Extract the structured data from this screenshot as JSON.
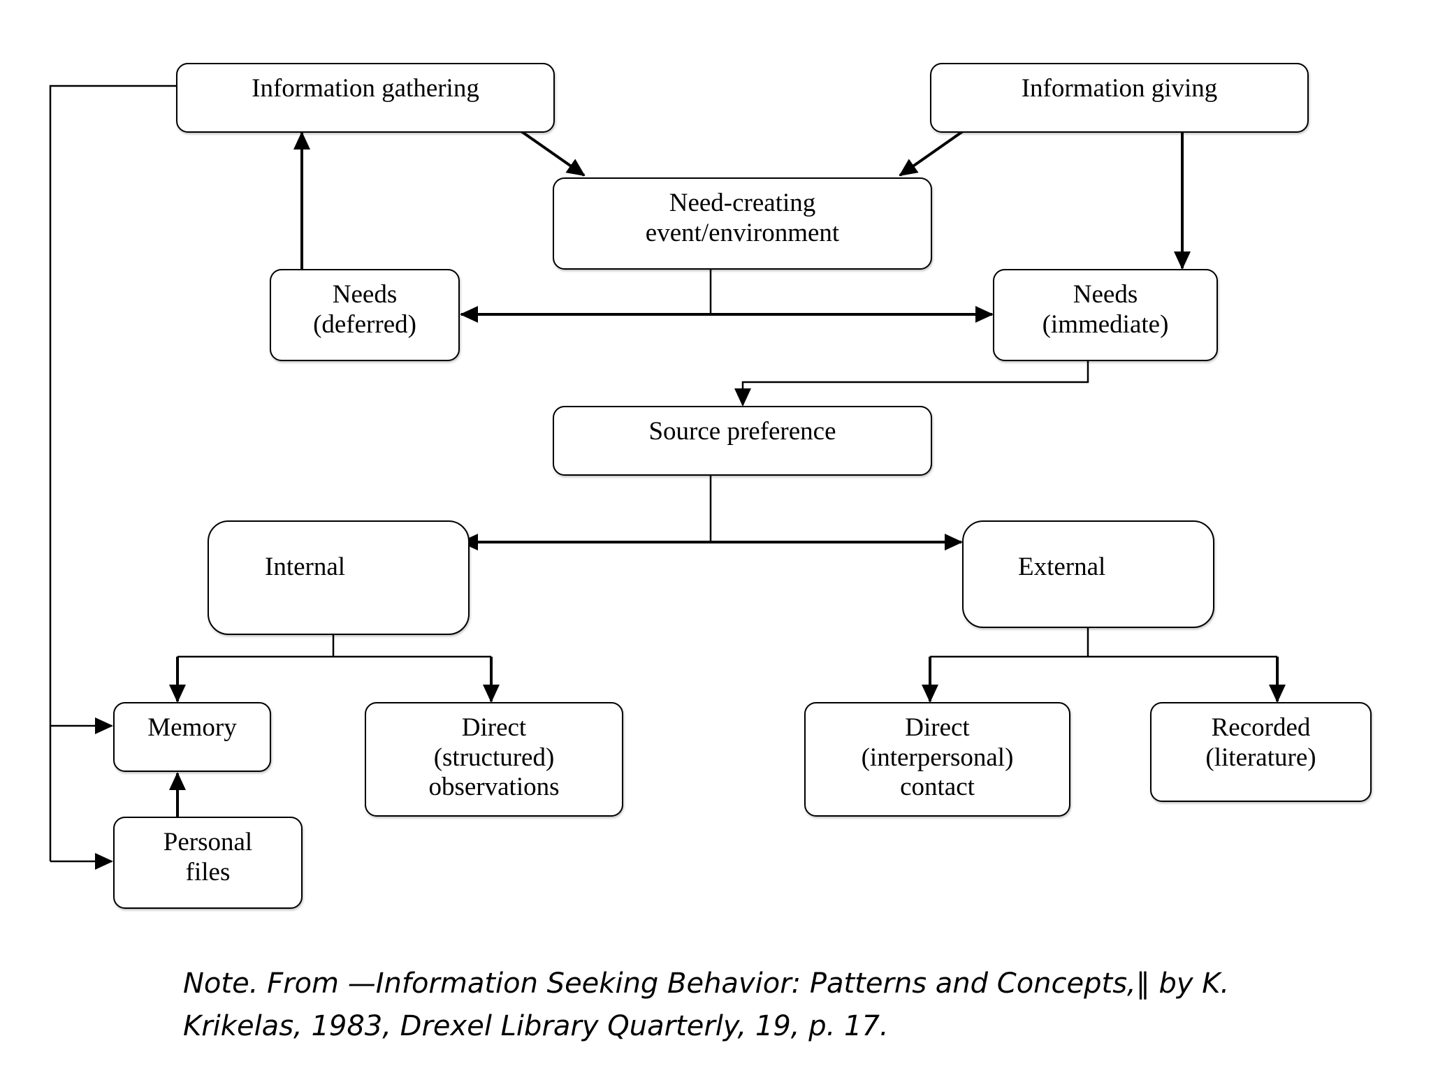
{
  "diagram": {
    "boxes": {
      "info_gathering": "Information gathering",
      "info_giving": "Information giving",
      "need_creating": "Need-creating\nevent/environment",
      "needs_deferred": "Needs\n(deferred)",
      "needs_immediate": "Needs\n(immediate)",
      "source_preference": "Source preference",
      "internal": "Internal",
      "external": "External",
      "memory": "Memory",
      "direct_structured": "Direct\n(structured)\nobservations",
      "personal_files": "Personal\nfiles",
      "direct_interpersonal": "Direct\n(interpersonal)\ncontact",
      "recorded": "Recorded\n(literature)"
    }
  },
  "note": "Note. From —Information Seeking Behavior: Patterns and Concepts,‖ by K. Krikelas, 1983, Drexel Library Quarterly, 19, p. 17."
}
